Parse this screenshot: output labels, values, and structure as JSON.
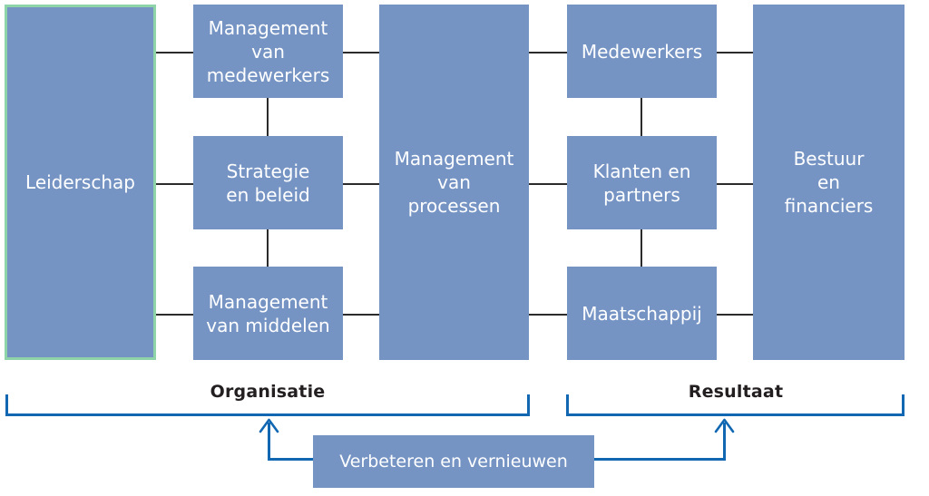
{
  "diagram": {
    "title_hidden": "",
    "colors": {
      "box_fill": "#7594C4",
      "box_text": "#FFFFFF",
      "highlight_border": "#8FD4A8",
      "connector": "#2B2B2B",
      "bracket": "#1167B1",
      "caption_text": "#231F20",
      "background": "#FFFFFF"
    },
    "boxes": [
      {
        "id": "leiderschap",
        "label": "Leiderschap",
        "column": "enablers",
        "highlighted": true
      },
      {
        "id": "management-medewerkers",
        "label": "Management\nvan\nmedewerkers",
        "column": "enablers",
        "highlighted": false
      },
      {
        "id": "strategie-beleid",
        "label": "Strategie\nen beleid",
        "column": "enablers",
        "highlighted": false
      },
      {
        "id": "management-middelen",
        "label": "Management\nvan middelen",
        "column": "enablers",
        "highlighted": false
      },
      {
        "id": "management-processen",
        "label": "Management\nvan\nprocessen",
        "column": "enablers",
        "highlighted": false
      },
      {
        "id": "medewerkers",
        "label": "Medewerkers",
        "column": "results",
        "highlighted": false
      },
      {
        "id": "klanten-partners",
        "label": "Klanten en\npartners",
        "column": "results",
        "highlighted": false
      },
      {
        "id": "maatschappij",
        "label": "Maatschappij",
        "column": "results",
        "highlighted": false
      },
      {
        "id": "bestuur-financiers",
        "label": "Bestuur\nen\nfinanciers",
        "column": "results",
        "highlighted": false
      }
    ],
    "groups": [
      {
        "id": "organisatie",
        "label": "Organisatie"
      },
      {
        "id": "resultaat",
        "label": "Resultaat"
      }
    ],
    "feedback": {
      "id": "verbeteren-vernieuwen",
      "label": "Verbeteren en vernieuwen"
    }
  }
}
